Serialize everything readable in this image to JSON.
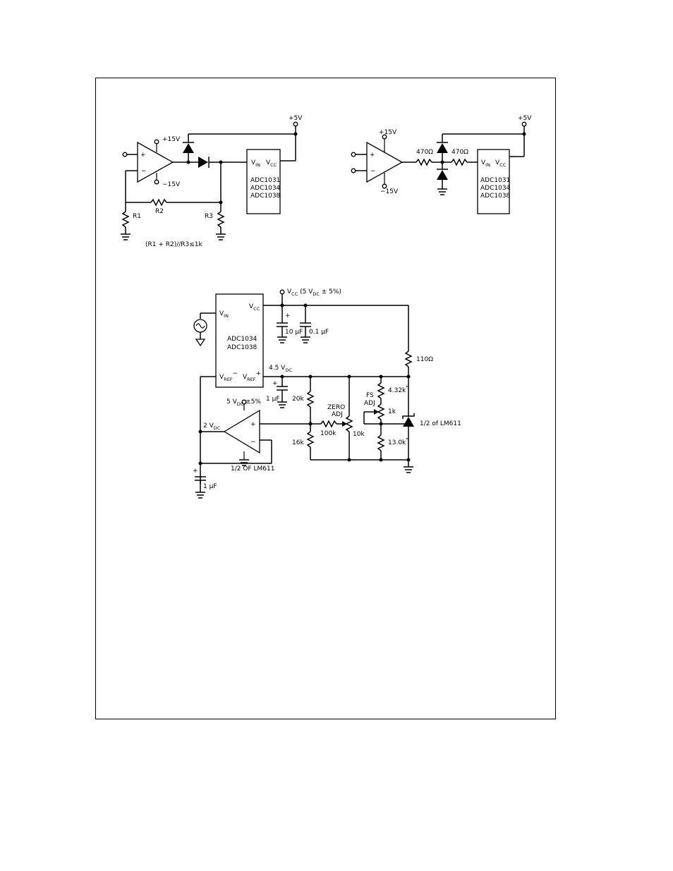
{
  "circuit1": {
    "pos15": "+15V",
    "neg15": "−15V",
    "plus5": "+5V",
    "plus": "+",
    "minus": "−",
    "r1": "R1",
    "r2": "R2",
    "r3": "R3",
    "vin": "V",
    "vin_sub": "IN",
    "vcc": "V",
    "vcc_sub": "CC",
    "parts": [
      "ADC1031",
      "ADC1034",
      "ADC1038"
    ],
    "formula": "(R1 + R2)//R3≤1k"
  },
  "circuit2": {
    "pos15": "+15V",
    "neg15": "−15V",
    "plus5": "+5V",
    "plus": "+",
    "minus": "−",
    "res1": "470Ω",
    "res2": "470Ω",
    "vin": "V",
    "vin_sub": "IN",
    "vcc": "V",
    "vcc_sub": "CC",
    "parts": [
      "ADC1031",
      "ADC1034",
      "ADC1038"
    ]
  },
  "circuit3": {
    "vcc_label_v": "V",
    "vcc_label_sub": "CC",
    "vcc_label_rest1": " (5 V",
    "vcc_label_sub2": "DC",
    "vcc_label_rest2": " ± 5%)",
    "ic_vin": "V",
    "ic_vin_sub": "IN",
    "ic_vcc": "V",
    "ic_vcc_sub": "CC",
    "ic_parts": [
      "ADC1034",
      "ADC1038"
    ],
    "ic_vref_minus": "V",
    "ic_vref_minus_sub": "REF",
    "ic_vref_minus_sign": "−",
    "ic_vref_plus": "V",
    "ic_vref_plus_sub": "REF",
    "ic_vref_plus_sign": "+",
    "cap_10uf": "10 μF",
    "cap_01uf": "0.1 μF",
    "cap_plus": "+",
    "v45": "4.5 V",
    "v45_sub": "DC",
    "cap_1uf_top": "1 μF",
    "r_110": "110Ω",
    "v5": "5 V",
    "v5_sub": "DC",
    "v5_rest": " ±5%",
    "r_20k": "20k",
    "r_16k": "16k",
    "zero_adj_1": "ZERO",
    "zero_adj_2": "ADJ",
    "r_100k": "100k",
    "r_10k": "10k",
    "fs_adj_1": "FS",
    "fs_adj_2": "ADJ",
    "r_432k": "4.32k",
    "r_1k": "1k",
    "r_130k": "13.0k",
    "star": "*",
    "lm611_ref": "1/2 of LM611",
    "v2": "2 V",
    "v2_sub": "DC",
    "opamp_plus": "+",
    "opamp_minus": "−",
    "lm611_amp": "1/2 OF LM611",
    "cap_1uf_bottom": "1 μF"
  }
}
